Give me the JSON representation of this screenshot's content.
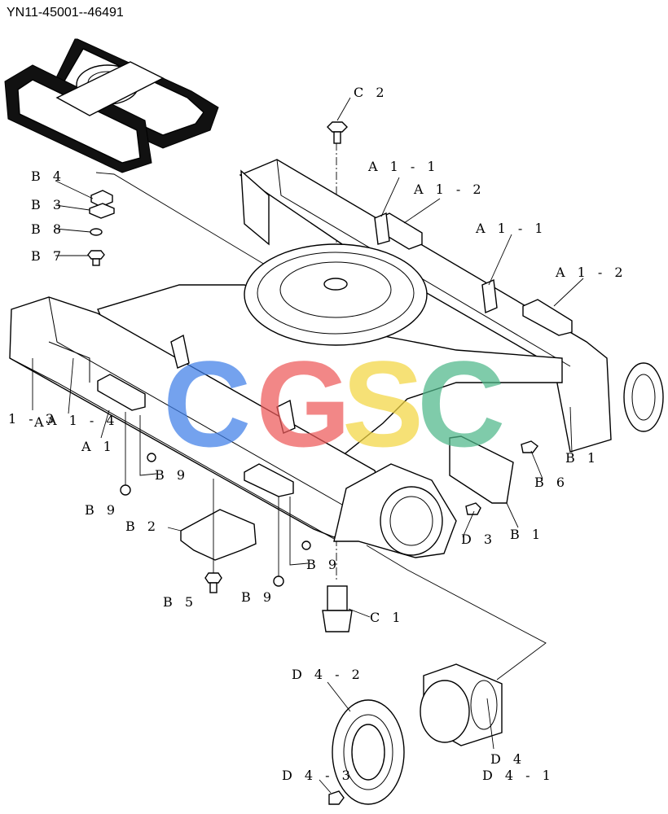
{
  "header": {
    "serial_range": "YN11-45001--46491"
  },
  "watermark": {
    "letters": [
      "C",
      "G",
      "S",
      "C"
    ],
    "colors": [
      "#3f7fe8",
      "#ee5a5a",
      "#f3d642",
      "#4fb88a"
    ]
  },
  "labels": {
    "c2": "C 2",
    "a1_1_left": "A 1 - 1",
    "a1_2_left": "A 1 - 2",
    "a1_1_right": "A 1 - 1",
    "a1_2_right": "A 1 - 2",
    "b4": "B 4",
    "b3": "B 3",
    "b8": "B 8",
    "b7": "B 7",
    "a1_3": "1 - 3",
    "a1_4": "A 1 - 4",
    "a1_3_prefix": "A",
    "a1": "A 1",
    "b9_a": "B 9",
    "b9_b": "B 9",
    "b2": "B 2",
    "b5": "B 5",
    "b9_c": "B 9",
    "b9_d": "B 9",
    "c1": "C 1",
    "d3": "D 3",
    "b1_right": "B 1",
    "b6": "B 6",
    "b1_cover": "B 1",
    "d4_2": "D 4 - 2",
    "d4_3": "D 4 - 3",
    "d4": "D 4",
    "d4_1": "D 4 - 1"
  },
  "icons": {
    "thumbnail": "track-undercarriage-thumbnail-icon",
    "bolt": "bolt-icon",
    "sprocket": "sprocket-icon",
    "motor": "travel-motor-icon"
  }
}
